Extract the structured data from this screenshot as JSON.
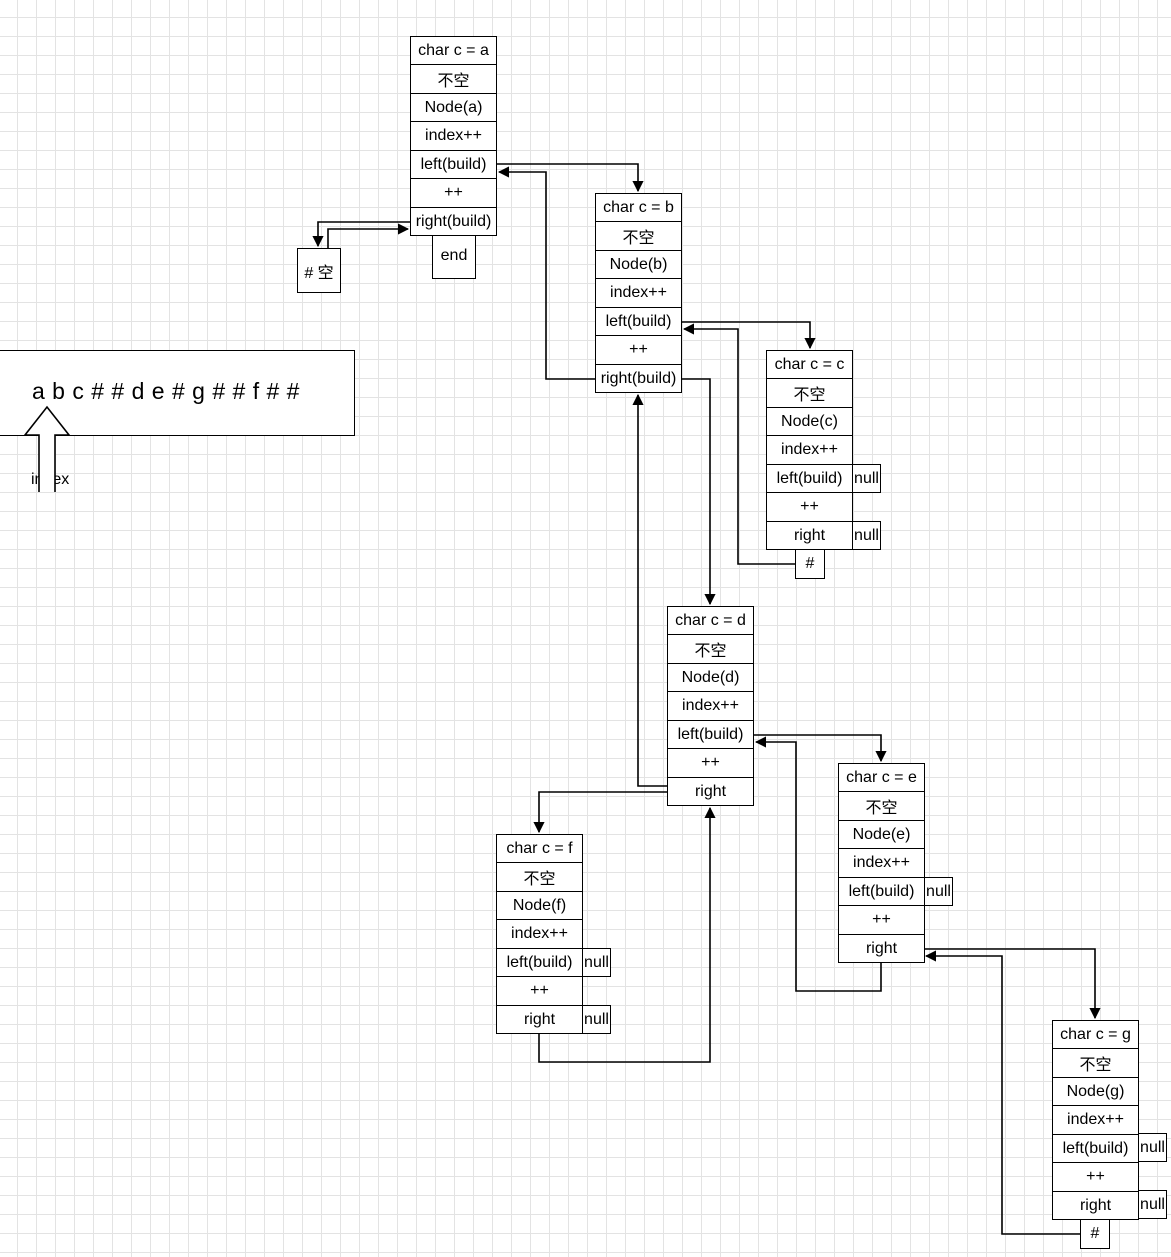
{
  "sequence": {
    "text": "a b c # # d e # g # # f # #",
    "pointer_label": "index"
  },
  "frames": {
    "a": {
      "rows": [
        "char c = a",
        "不空",
        "Node(a)",
        "index++",
        "left(build)",
        "++",
        "right(build)"
      ]
    },
    "b": {
      "rows": [
        "char c = b",
        "不空",
        "Node(b)",
        "index++",
        "left(build)",
        "++",
        "right(build)"
      ]
    },
    "c": {
      "rows": [
        "char c = c",
        "不空",
        "Node(c)",
        "index++",
        "left(build)",
        "++",
        "right"
      ]
    },
    "d": {
      "rows": [
        "char c = d",
        "不空",
        "Node(d)",
        "index++",
        "left(build)",
        "++",
        "right"
      ]
    },
    "e": {
      "rows": [
        "char c = e",
        "不空",
        "Node(e)",
        "index++",
        "left(build)",
        "++",
        "right"
      ]
    },
    "f": {
      "rows": [
        "char c = f",
        "不空",
        "Node(f)",
        "index++",
        "left(build)",
        "++",
        "right"
      ]
    },
    "g": {
      "rows": [
        "char c = g",
        "不空",
        "Node(g)",
        "index++",
        "left(build)",
        "++",
        "right"
      ]
    }
  },
  "side_boxes": {
    "a_end": "end",
    "a_hash_empty": "# 空",
    "c_hash": "#",
    "g_hash": "#",
    "null_label": "null"
  }
}
